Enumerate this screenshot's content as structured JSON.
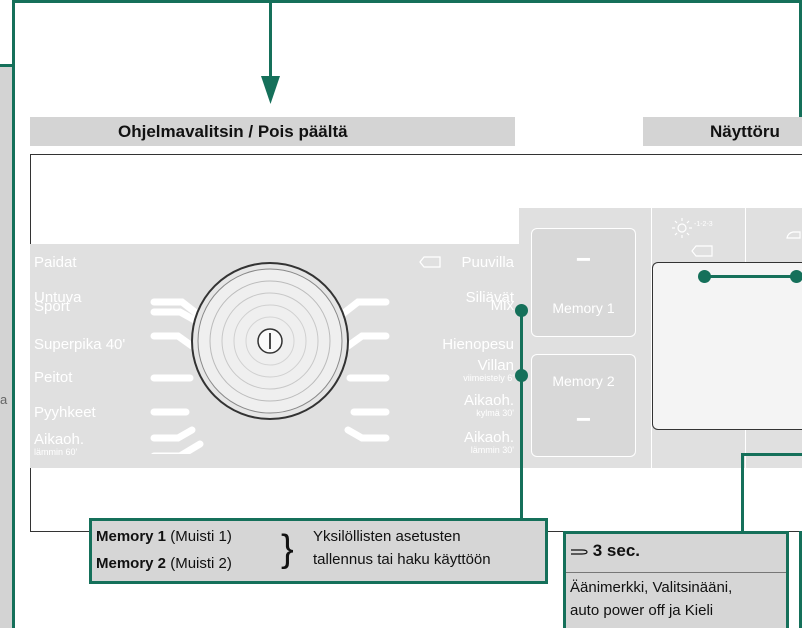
{
  "left_panel": {
    "letter": "a"
  },
  "headers": {
    "selector": "Ohjelmavalitsin / Pois päältä",
    "display": "Näyttöru"
  },
  "programs_left": [
    {
      "label": "Paidat",
      "sub": ""
    },
    {
      "label": "Untuva",
      "sub": ""
    },
    {
      "label": "Sport",
      "sub": ""
    },
    {
      "label": "Superpika 40'",
      "sub": ""
    },
    {
      "label": "Peitot",
      "sub": ""
    },
    {
      "label": "Pyyhkeet",
      "sub": ""
    },
    {
      "label": "Aikaoh.",
      "sub": "lämmin 60'"
    }
  ],
  "programs_right": [
    {
      "label": "Puuvilla",
      "sub": ""
    },
    {
      "label": "Siliävät",
      "sub": ""
    },
    {
      "label": "Mix",
      "sub": ""
    },
    {
      "label": "Hienopesu",
      "sub": ""
    },
    {
      "label": "Villan",
      "sub": "viimeistely 6'"
    },
    {
      "label": "Aikaoh.",
      "sub": "kylmä 30'"
    },
    {
      "label": "Aikaoh.",
      "sub": "lämmin 30'"
    }
  ],
  "buttons": {
    "memory1": "Memory 1",
    "memory2": "Memory 2",
    "minus": "−",
    "top_icon_text": "-1-2-3"
  },
  "callout_memory": {
    "m1_bold": "Memory 1",
    "m1_rest": " (Muisti 1)",
    "m2_bold": "Memory 2",
    "m2_rest": " (Muisti 2)",
    "brace": "}",
    "desc_line1": "Yksilöllisten asetusten",
    "desc_line2": "tallennus tai haku käyttöön"
  },
  "callout_settings": {
    "title": "3 sec.",
    "line1": "Äänimerkki, Valitsinääni,",
    "line2": "auto power off ja Kieli"
  },
  "colors": {
    "accent": "#15705a",
    "panel_gray": "#d4d4d4"
  }
}
